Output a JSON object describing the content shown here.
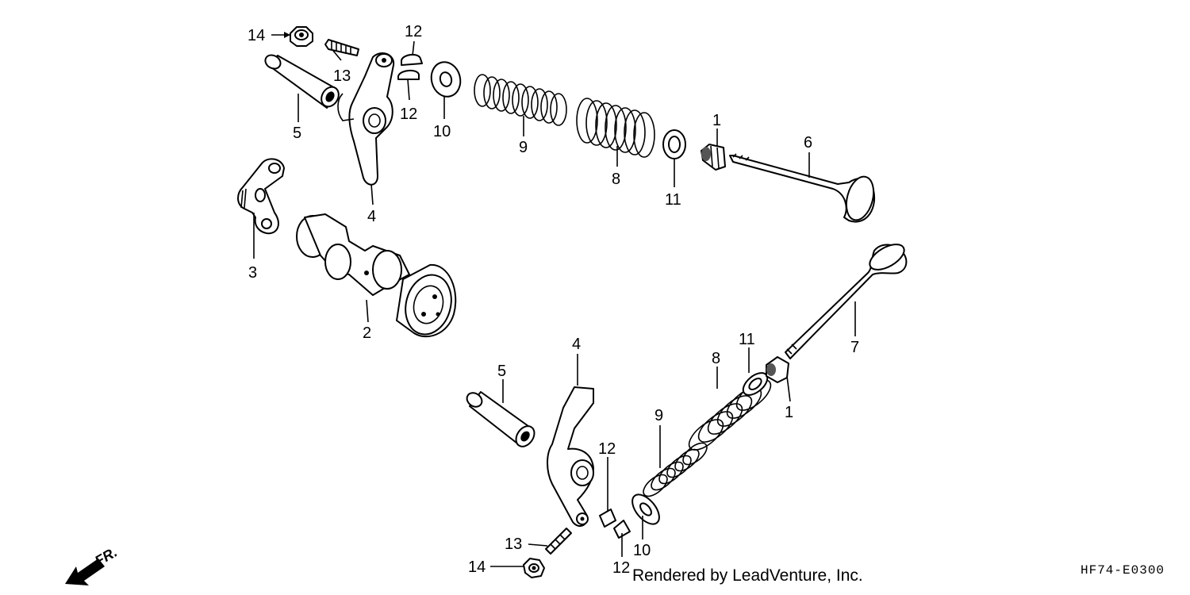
{
  "diagram": {
    "callouts": {
      "c1_upper": "1",
      "c1_lower": "1",
      "c2": "2",
      "c3": "3",
      "c4_upper": "4",
      "c4_lower": "4",
      "c5_upper": "5",
      "c5_lower": "5",
      "c6": "6",
      "c7": "7",
      "c8_upper": "8",
      "c8_lower": "8",
      "c9_upper": "9",
      "c9_lower": "9",
      "c10_upper": "10",
      "c10_lower": "10",
      "c11_upper": "11",
      "c11_lower": "11",
      "c12_upper_a": "12",
      "c12_upper_b": "12",
      "c12_lower_a": "12",
      "c12_lower_b": "12",
      "c13_upper": "13",
      "c13_lower": "13",
      "c14_upper": "14",
      "c14_lower": "14"
    },
    "front_indicator": "FR.",
    "credit": "Rendered by LeadVenture, Inc.",
    "code": "HF74-E0300"
  }
}
